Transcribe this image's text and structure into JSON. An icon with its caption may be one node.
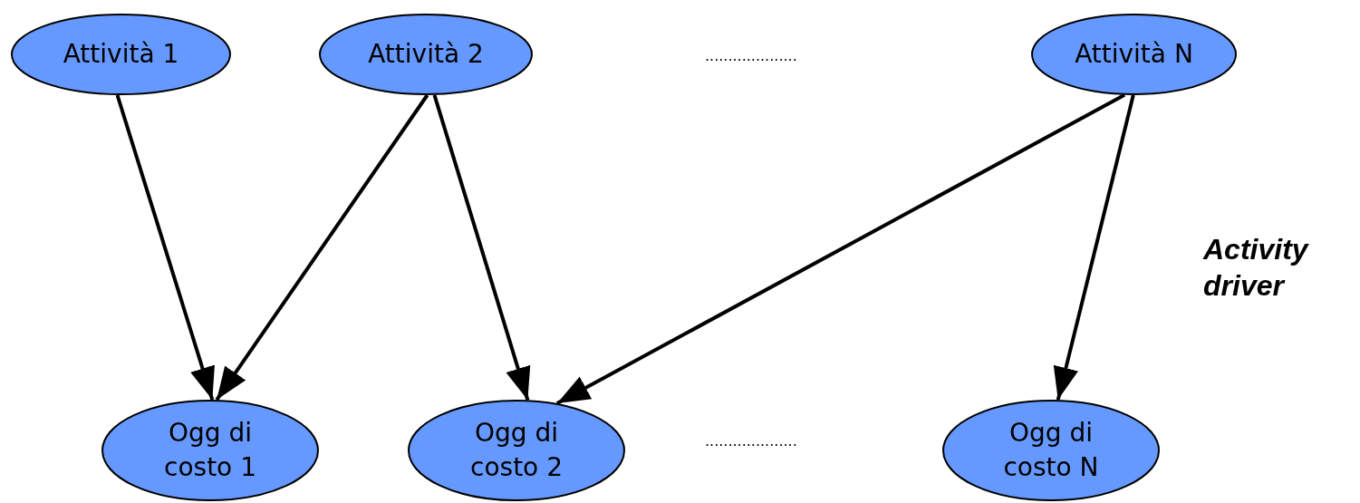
{
  "diagram": {
    "nodes": [
      {
        "text": [
          "Attività 1"
        ]
      },
      {
        "text": [
          "Attività 2"
        ]
      },
      {
        "text": [
          "Attività N"
        ]
      },
      {
        "text": [
          "Ogg di costo 1"
        ]
      },
      {
        "text": [
          "Ogg di costo 2"
        ]
      },
      {
        "text": [
          "Ogg di costo N"
        ]
      }
    ],
    "edges": [
      {
        "from": 0,
        "to": 3,
        "arrow": "to"
      },
      {
        "from": 1,
        "to": 3,
        "arrow": "to"
      },
      {
        "from": 1,
        "to": 4,
        "arrow": "to"
      },
      {
        "from": 2,
        "to": 4,
        "arrow": "to"
      },
      {
        "from": 2,
        "to": 5,
        "arrow": "to"
      }
    ],
    "labels": [
      "....................",
      "Activity driver",
      "...................."
    ]
  }
}
